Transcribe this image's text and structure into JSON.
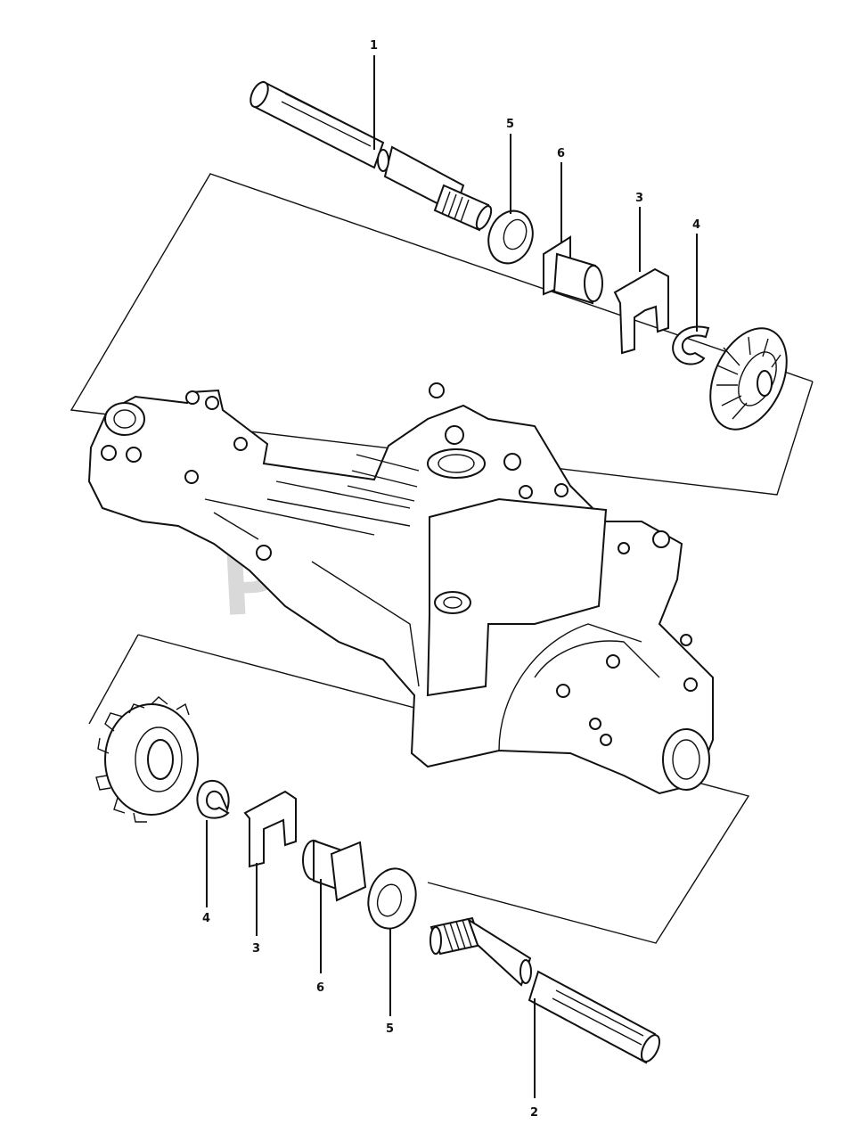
{
  "watermark": "PartsTree",
  "callouts": {
    "top_1": "1",
    "top_5": "5",
    "top_6": "6",
    "top_3": "3",
    "top_4": "4",
    "bottom_4": "4",
    "bottom_3": "3",
    "bottom_6": "6",
    "bottom_5": "5",
    "bottom_2": "2"
  }
}
